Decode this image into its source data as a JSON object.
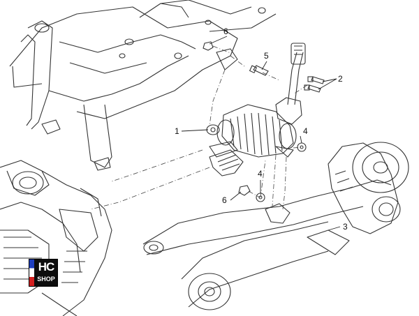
{
  "callouts": [
    {
      "id": "1",
      "label": "1"
    },
    {
      "id": "2",
      "label": "2"
    },
    {
      "id": "3",
      "label": "3"
    },
    {
      "id": "4a",
      "label": "4"
    },
    {
      "id": "4b",
      "label": "4"
    },
    {
      "id": "5",
      "label": "5"
    },
    {
      "id": "6a",
      "label": "6"
    },
    {
      "id": "6b",
      "label": "6"
    }
  ],
  "badge": {
    "line1": "HC",
    "line2": "SHOP",
    "icon": "hc-shop-logo"
  }
}
